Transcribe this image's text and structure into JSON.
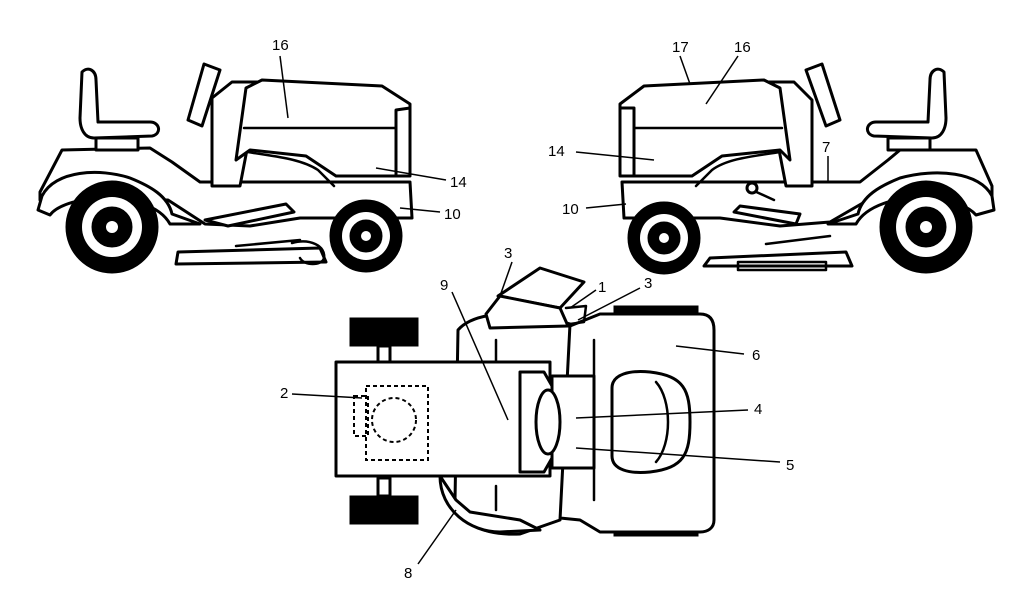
{
  "callouts": {
    "left_side": {
      "label_16": "16",
      "label_14": "14",
      "label_10": "10"
    },
    "right_side": {
      "label_17": "17",
      "label_16": "16",
      "label_14": "14",
      "label_7": "7",
      "label_10": "10"
    },
    "top_view": {
      "label_3a": "3",
      "label_1": "1",
      "label_3b": "3",
      "label_9": "9",
      "label_6": "6",
      "label_2": "2",
      "label_4": "4",
      "label_5": "5",
      "label_8": "8"
    }
  }
}
